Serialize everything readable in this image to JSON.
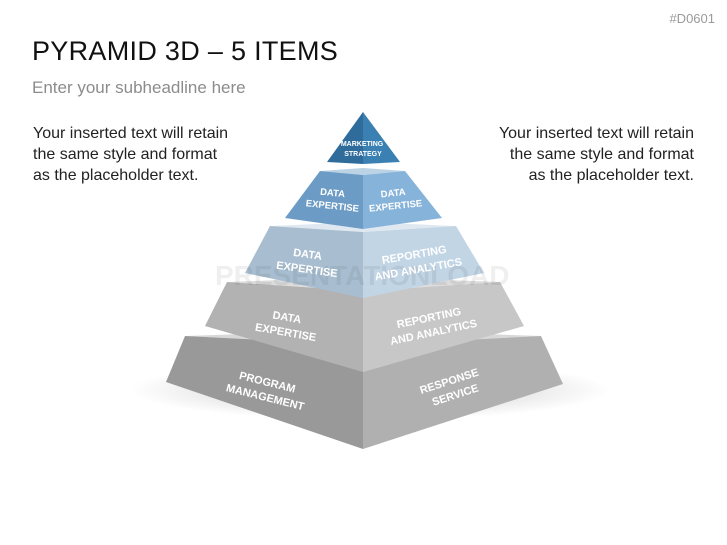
{
  "slide_code": "#D0601",
  "title": "PYRAMID 3D – 5 ITEMS",
  "subheadline": "Enter your subheadline here",
  "left_text": [
    "Your inserted text will retain",
    "the same style and format",
    "as the placeholder text."
  ],
  "right_text": [
    "Your inserted text will retain",
    "the same style and format",
    "as the placeholder text."
  ],
  "watermark": "PRESENTATIONLOAD",
  "pyramid": {
    "tier1": {
      "label": [
        "MARKETING",
        "STRATEGY"
      ],
      "color_left": "#2f6c9c",
      "color_right": "#3b80b2"
    },
    "tier2": {
      "left": [
        "DATA",
        "EXPERTISE"
      ],
      "right": [
        "DATA",
        "EXPERTISE"
      ],
      "color_left": "#6c9cc5",
      "color_right": "#86b3d9"
    },
    "tier3": {
      "left": [
        "DATA",
        "EXPERTISE"
      ],
      "right": [
        "REPORTING",
        "AND ANALYTICS"
      ],
      "color_left": "#a8bed0",
      "color_right": "#c2d5e5"
    },
    "tier4": {
      "left": [
        "DATA",
        "EXPERTISE"
      ],
      "right": [
        "REPORTING",
        "AND ANALYTICS"
      ],
      "color_left": "#b2b2b2",
      "color_right": "#c7c7c7"
    },
    "tier5": {
      "left": [
        "PROGRAM",
        "MANAGEMENT"
      ],
      "right": [
        "RESPONSE",
        "SERVICE"
      ],
      "color_left": "#999999",
      "color_right": "#b0b0b0"
    }
  }
}
